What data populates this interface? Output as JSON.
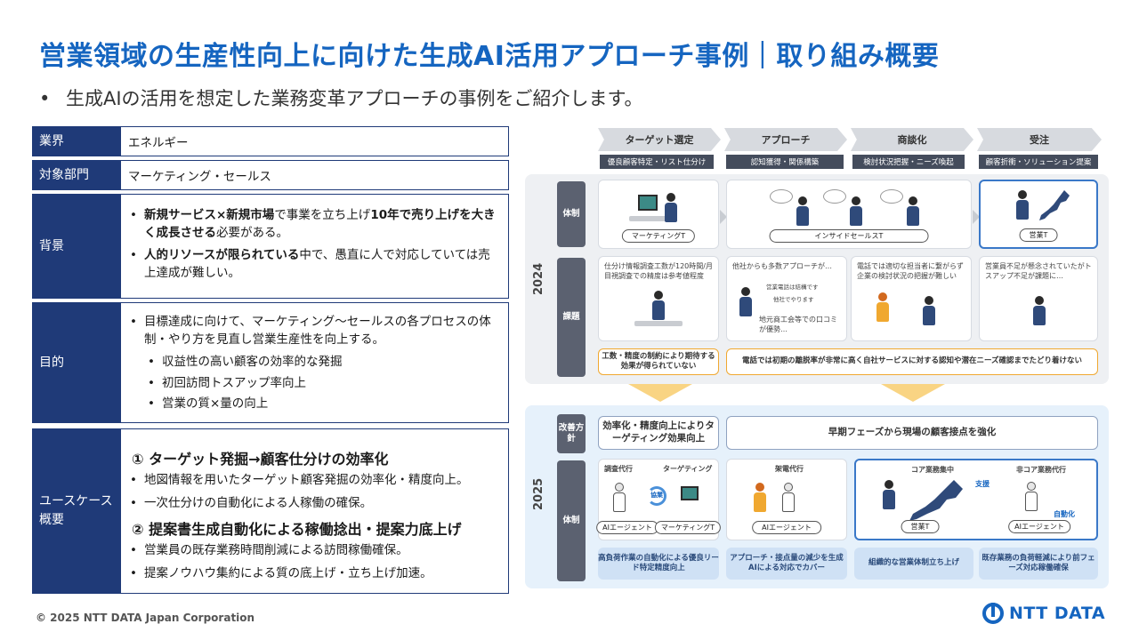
{
  "title": "営業領域の生産性向上に向けた生成AI活用アプローチ事例｜取り組み概要",
  "lead": "生成AIの活用を想定した業務変革アプローチの事例をご紹介します。",
  "table": {
    "industry_label": "業界",
    "industry_value": "エネルギー",
    "dept_label": "対象部門",
    "dept_value": "マーケティング・セールス",
    "background_label": "背景",
    "background_1_b1": "新規サービス×新規市場",
    "background_1_t1": "で事業を立ち上げ",
    "background_1_b2": "10年で売り上げを大きく成長させる",
    "background_1_t2": "必要がある。",
    "background_2_b": "人的リソースが限られている",
    "background_2_t": "中で、愚直に人で対応していては売上達成が難しい。",
    "purpose_label": "目的",
    "purpose_main": "目標達成に向けて、マーケティング～セールスの各プロセスの体制・やり方を見直し営業生産性を向上する。",
    "purpose_sub": [
      "収益性の高い顧客の効率的な発掘",
      "初回訪問トスアップ率向上",
      "営業の質×量の向上"
    ],
    "usecase_label": "ユースケース概要",
    "usecase_h1": "① ターゲット発掘→顧客仕分けの効率化",
    "usecase_h1_items": [
      "地図情報を用いたターゲット顧客発掘の効率化・精度向上。",
      "一次仕分けの自動化による人稼働の確保。"
    ],
    "usecase_h2": "② 提案書生成自動化による稼働捻出・提案力底上げ",
    "usecase_h2_items": [
      "営業員の既存業務時間削減による訪問稼働確保。",
      "提案ノウハウ集約による質の底上げ・立ち上げ加速。"
    ]
  },
  "figure": {
    "phases": [
      "ターゲット選定",
      "アプローチ",
      "商談化",
      "受注"
    ],
    "phase_subs": [
      "優良顧客特定・リスト仕分け",
      "認知獲得・関係構築",
      "検討状況把握・ニーズ喚起",
      "顧客折衝・ソリューション提案"
    ],
    "year_2024": "2024",
    "year_2025": "2025",
    "tag_taisei": "体制",
    "tag_kadai": "課題",
    "tag_kaizen": "改善方針",
    "tag_taisei2": "体制",
    "team_marketing": "マーケティングT",
    "team_insidesales": "インサイドセールスT",
    "team_sales": "営業T",
    "issue_1": "仕分け情報調査工数が120時間/月目視調査での精度は参考値程度",
    "issue_2": "他社からも多数アプローチが…",
    "issue_2_b1": "営業電話は結構です",
    "issue_2_b2": "他社でやります",
    "issue_2_b3": "地元商工会等での口コミが優勢…",
    "issue_3": "電話では適切な担当者に繋がらず企業の検討状況の把握が難しい",
    "issue_4": "営業員不足が懸念されていたがトスアップ不足が課題に…",
    "issue_box_1": "工数・精度の制約により期待する効果が得られていない",
    "issue_box_2": "電話では初期の離脱率が非常に高く自社サービスに対する認知や潜在ニーズ確認までたどり着けない",
    "policy_1": "効率化・精度向上によりターゲティング効果向上",
    "policy_2": "早期フェーズから現場の顧客接点を強化",
    "c_chosa": "調査代行",
    "c_targeting": "ターゲティング",
    "c_kyocho": "協業",
    "c_kaden": "架電代行",
    "c_core": "コア業務集中",
    "c_noncore": "非コア業務代行",
    "c_shien": "支援",
    "c_jidoka": "自動化",
    "pill_ai1": "AIエージェント",
    "pill_mkt2": "マーケティングT",
    "pill_ai2": "AIエージェント",
    "pill_sales2": "営業T",
    "pill_ai3": "AIエージェント",
    "result_1": "高負荷作業の自動化による優良リード特定精度向上",
    "result_2": "アプローチ・接点量の減少を生成AIによる対応でカバー",
    "result_3": "組織的な営業体制立ち上げ",
    "result_4": "既存業務の負荷軽減により前フェーズ対応稼働確保"
  },
  "footer": "© 2025 NTT DATA Japan Corporation",
  "logo": "NTT DATA",
  "colors": {
    "title_blue": "#1565c0",
    "label_navy": "#1f3a78",
    "accent_orange": "#f0a830"
  }
}
